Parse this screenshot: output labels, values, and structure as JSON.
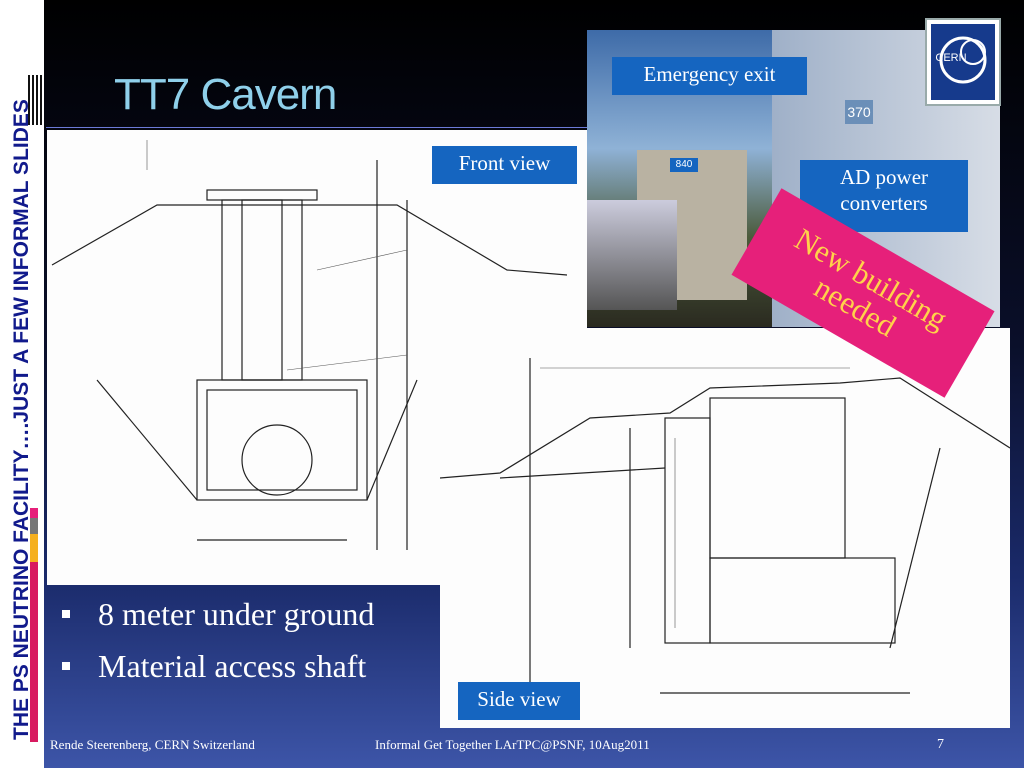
{
  "slide": {
    "title": "TT7 Cavern",
    "side_title": "THE PS NEUTRINO FACILITY….JUST A FEW INFORMAL SLIDES",
    "page_number": "7"
  },
  "labels": {
    "front_view": "Front view",
    "side_view": "Side view",
    "emergency_exit": "Emergency exit",
    "ad_power": "AD power converters",
    "new_building": "New building needed"
  },
  "photo": {
    "sign_left": "840",
    "sign_right": "370",
    "logo_text": "CERN"
  },
  "bullets": [
    "8 meter under ground",
    "Material access shaft"
  ],
  "footer": {
    "left": "Rende Steerenberg, CERN Switzerland",
    "center": "Informal Get Together LArTPC@PSNF, 10Aug2011"
  },
  "colors": {
    "accent": "#1565c0",
    "banner": "#e6207a",
    "banner_text": "#ffd24a",
    "title": "#8fd0ea"
  }
}
